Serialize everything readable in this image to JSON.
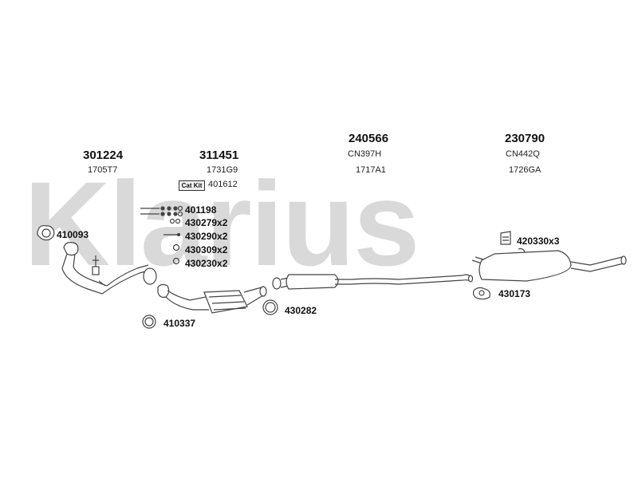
{
  "brand": {
    "watermark": "Klarius"
  },
  "headers": [
    {
      "number": "301224",
      "code": "1705T7"
    },
    {
      "number": "311451",
      "code": "1731G9"
    },
    {
      "number": "240566",
      "code": "CN397H",
      "code2": "1717A1"
    },
    {
      "number": "230790",
      "code": "CN442Q",
      "code2": "1726GA"
    }
  ],
  "catkit": {
    "label": "Cat Kit",
    "number": "401612"
  },
  "parts": [
    "410093",
    "401198",
    "430279x2",
    "430290x2",
    "430309x2",
    "430230x2",
    "410337",
    "430282",
    "420330x3",
    "430173"
  ],
  "colors": {
    "line": "#444444",
    "watermark": "#d9d9d9"
  }
}
